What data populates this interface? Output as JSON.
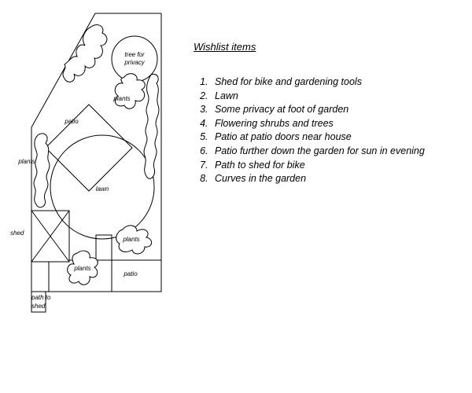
{
  "plan": {
    "labels": {
      "tree_line1": "tree for",
      "tree_line2": "privacy",
      "plants_top": "plants",
      "patio_top": "patio",
      "plants_left": "plants",
      "lawn": "lawn",
      "shed": "shed",
      "plants_bottom_right": "plants",
      "plants_bottom_center": "plants",
      "patio_bottom": "patio",
      "path_line1": "path to",
      "path_line2": "shed"
    }
  },
  "wishlist": {
    "title": "Wishlist items",
    "items": [
      "Shed for bike and gardening tools",
      "Lawn",
      "Some privacy at foot of garden",
      "Flowering shrubs and trees",
      "Patio at patio doors near house",
      "Patio further down the garden for sun in evening",
      "Path to shed for bike",
      "Curves in the garden"
    ]
  }
}
